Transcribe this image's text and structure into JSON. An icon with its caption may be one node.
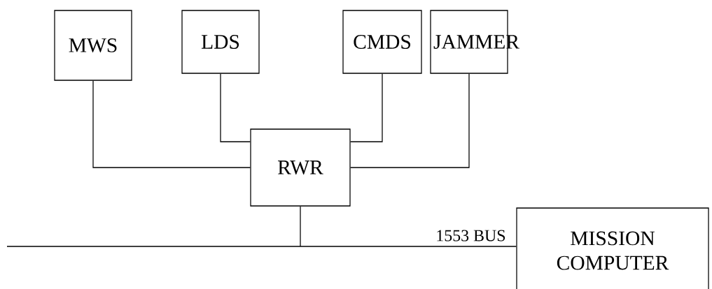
{
  "diagram": {
    "nodes": [
      {
        "text": [
          "MWS"
        ]
      },
      {
        "text": [
          "LDS"
        ]
      },
      {
        "text": [
          "CMDS"
        ]
      },
      {
        "text": [
          "JAMMER"
        ]
      },
      {
        "text": [
          "RWR"
        ]
      },
      {
        "text": [
          "MISSION COMPUTER"
        ]
      }
    ],
    "edges": [
      {
        "from": 0,
        "to": 4,
        "arrow": "none"
      },
      {
        "from": 1,
        "to": 4,
        "arrow": "none"
      },
      {
        "from": 2,
        "to": 4,
        "arrow": "none"
      },
      {
        "from": 3,
        "to": 4,
        "arrow": "none"
      },
      {
        "from": 4,
        "to": null,
        "arrow": "none"
      },
      {
        "from": null,
        "to": 5,
        "arrow": "none",
        "label": "1553 BUS"
      }
    ]
  }
}
